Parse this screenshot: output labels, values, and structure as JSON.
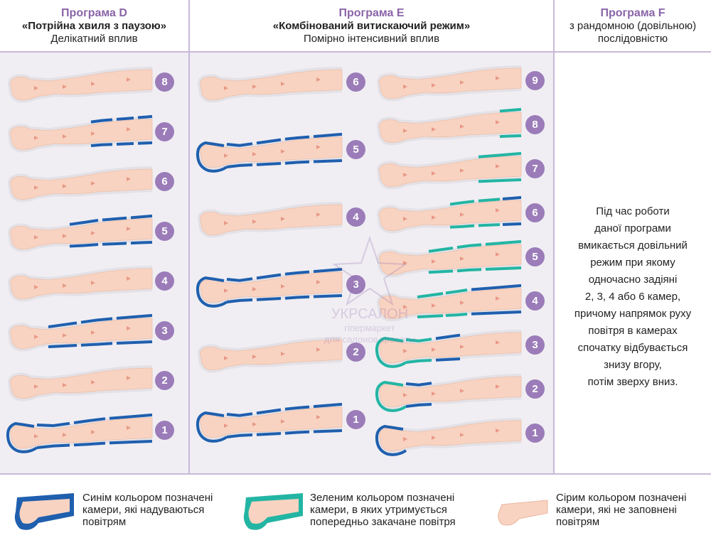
{
  "colors": {
    "accent": "#8a64a8",
    "badge": "#9b7cb9",
    "blue": "#1f5fae",
    "green": "#23b5a3",
    "skin": "#f9d3c1",
    "panel": "#f0eef3"
  },
  "programs": {
    "d": {
      "title": "Програма D",
      "subtitle": "«Потрійна хвиля з паузою»",
      "desc": "Делікатний вплив",
      "steps": [
        {
          "label": "8",
          "top": "none",
          "bottom": "none",
          "foot": "none"
        },
        {
          "label": "7",
          "top": "blue",
          "bottom": "blue",
          "foot": "none",
          "start": "mid"
        },
        {
          "label": "6",
          "top": "none",
          "bottom": "none",
          "foot": "none"
        },
        {
          "label": "5",
          "top": "blue",
          "bottom": "blue",
          "foot": "none",
          "start": "knee"
        },
        {
          "label": "4",
          "top": "none",
          "bottom": "none",
          "foot": "none"
        },
        {
          "label": "3",
          "top": "blue",
          "bottom": "blue",
          "foot": "none",
          "start": "calf"
        },
        {
          "label": "2",
          "top": "none",
          "bottom": "none",
          "foot": "none"
        },
        {
          "label": "1",
          "top": "blue",
          "bottom": "blue",
          "foot": "blue",
          "start": "foot"
        }
      ]
    },
    "e": {
      "title": "Програма E",
      "subtitle": "«Комбінований витискаючий режим»",
      "desc": "Помірно інтенсивний вплив",
      "steps_left": [
        {
          "label": "6",
          "foot": "none",
          "start": "none"
        },
        {
          "label": "5",
          "foot": "blue",
          "start": "foot"
        },
        {
          "label": "4",
          "foot": "none",
          "start": "none"
        },
        {
          "label": "3",
          "foot": "blue",
          "start": "foot"
        },
        {
          "label": "2",
          "foot": "none",
          "start": "none"
        },
        {
          "label": "1",
          "foot": "blue",
          "start": "foot"
        }
      ],
      "steps_right": [
        {
          "label": "9",
          "mode": "none"
        },
        {
          "label": "8",
          "mode": "green-top"
        },
        {
          "label": "7",
          "mode": "green-upper"
        },
        {
          "label": "6",
          "mode": "green-blue-upper"
        },
        {
          "label": "5",
          "mode": "green-mid"
        },
        {
          "label": "4",
          "mode": "blue-green-mid"
        },
        {
          "label": "3",
          "mode": "green-foot-blue"
        },
        {
          "label": "2",
          "mode": "green-foot"
        },
        {
          "label": "1",
          "mode": "blue-foot"
        }
      ]
    },
    "f": {
      "title": "Програма F",
      "subtitle": "з рандомною (довільною)",
      "subtitle2": "послідовністю",
      "text_lines": [
        "Під час роботи",
        "даної програми",
        "вмикається довільний",
        "режим при якому",
        "одночасно задіяні",
        "2, 3, 4 або 6 камер,",
        "причому напрямок руху",
        "повітря в камерах",
        "спочатку відбувається",
        "знизу вгору,",
        "потім зверху вниз."
      ]
    }
  },
  "legend": {
    "blue_lines": [
      "Синім кольором позначені",
      "камери, які надуваються",
      "повітрям"
    ],
    "green_lines": [
      "Зеленим кольором позначені",
      "камери, в яких утримується",
      "попередньо закачане повітря"
    ],
    "grey_lines": [
      "Сірим кольором позначені",
      "камери, які не заповнені",
      "повітрям"
    ]
  },
  "watermark": {
    "line1": "УКРСАЛОН",
    "line2": "гіпермаркет",
    "line3": "для салонов красоты"
  }
}
